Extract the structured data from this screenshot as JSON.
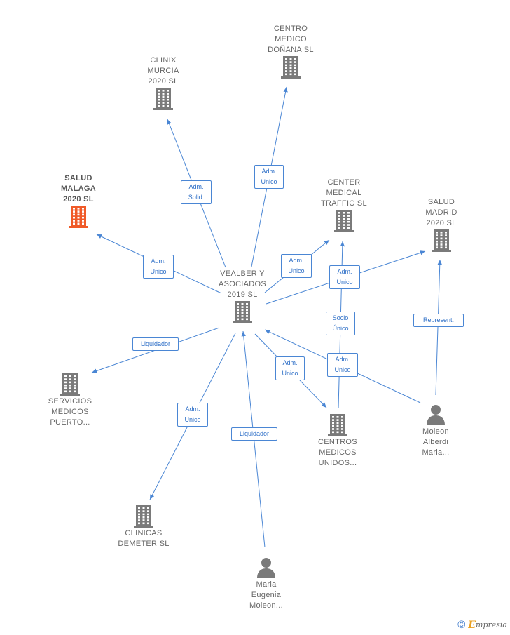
{
  "nodes": [
    {
      "id": "centro-medico-donana",
      "type": "company",
      "lines": [
        "CENTRO",
        "MEDICO",
        "DOÑANA  SL"
      ],
      "label_pos": "above"
    },
    {
      "id": "clinix-murcia",
      "type": "company",
      "lines": [
        "CLINIX",
        "MURCIA",
        "2020  SL"
      ],
      "label_pos": "above"
    },
    {
      "id": "salud-malaga",
      "type": "company",
      "lines": [
        "SALUD",
        "MALAGA",
        "2020  SL"
      ],
      "label_pos": "above",
      "highlight": true
    },
    {
      "id": "center-medical-traffic",
      "type": "company",
      "lines": [
        "CENTER",
        "MEDICAL",
        "TRAFFIC  SL"
      ],
      "label_pos": "above"
    },
    {
      "id": "salud-madrid",
      "type": "company",
      "lines": [
        "SALUD",
        "MADRID",
        "2020  SL"
      ],
      "label_pos": "above"
    },
    {
      "id": "vealber",
      "type": "company",
      "lines": [
        "VEALBER Y",
        "ASOCIADOS",
        "2019  SL"
      ],
      "label_pos": "above"
    },
    {
      "id": "servicios-medicos-puerto",
      "type": "company",
      "lines": [
        "SERVICIOS",
        "MEDICOS",
        "PUERTO..."
      ],
      "label_pos": "below"
    },
    {
      "id": "centros-medicos-unidos",
      "type": "company",
      "lines": [
        "CENTROS",
        "MEDICOS",
        "UNIDOS..."
      ],
      "label_pos": "below"
    },
    {
      "id": "moleon-alberdi",
      "type": "person",
      "lines": [
        "Moleon",
        "Alberdi",
        "Maria..."
      ],
      "label_pos": "below"
    },
    {
      "id": "clinicas-demeter",
      "type": "company",
      "lines": [
        "CLINICAS",
        "DEMETER  SL"
      ],
      "label_pos": "below"
    },
    {
      "id": "maria-eugenia",
      "type": "person",
      "lines": [
        "Maria",
        "Eugenia",
        "Moleon..."
      ],
      "label_pos": "below"
    }
  ],
  "edges": [
    {
      "id": "vealber-donana",
      "lines": [
        "Adm.",
        "Unico"
      ]
    },
    {
      "id": "vealber-clinix",
      "lines": [
        "Adm.",
        "Solid."
      ]
    },
    {
      "id": "vealber-malaga",
      "lines": [
        "Adm.",
        "Unico"
      ]
    },
    {
      "id": "vealber-traffic",
      "lines": [
        "Adm.",
        "Unico"
      ]
    },
    {
      "id": "vealber-madrid",
      "lines": [
        "Adm.",
        "Unico"
      ]
    },
    {
      "id": "unidos-traffic",
      "lines": [
        "Socio",
        "Único"
      ]
    },
    {
      "id": "moleon-madrid",
      "lines": [
        "Represent."
      ]
    },
    {
      "id": "vealber-servicios",
      "lines": [
        "Liquidador"
      ]
    },
    {
      "id": "vealber-unidos",
      "lines": [
        "Adm.",
        "Unico"
      ]
    },
    {
      "id": "moleon-vealber",
      "lines": [
        "Adm.",
        "Unico"
      ]
    },
    {
      "id": "vealber-demeter",
      "lines": [
        "Adm.",
        "Unico"
      ]
    },
    {
      "id": "maria-vealber",
      "lines": [
        "Liquidador"
      ]
    }
  ],
  "colors": {
    "edge": "#4a86d4",
    "icon": "#7a7a7a",
    "highlight_icon": "#f05a28",
    "label": "#666666"
  },
  "brand": {
    "copyright": "©",
    "e": "E",
    "rest": "mpresia"
  }
}
